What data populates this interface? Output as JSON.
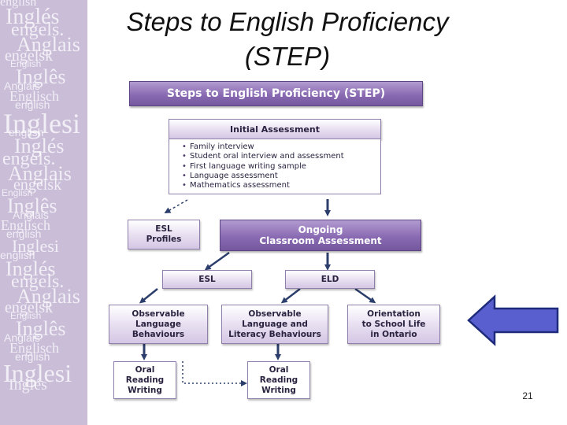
{
  "slide": {
    "title_line1": "Steps to English Proficiency",
    "title_line2": "(STEP)",
    "number": "21"
  },
  "sidebar": {
    "words": [
      "english",
      "Inglés",
      "engels.",
      "Anglais",
      "engelsk",
      "English",
      "Inglês",
      "Anglais",
      "Englisch",
      "english",
      "Inglesi",
      "english",
      "Inglés",
      "engels.",
      "Anglais",
      "engelsk",
      "English",
      "Inglês",
      "Anglais",
      "Englisch",
      "english",
      "Inglesi",
      "english",
      "Inglés",
      "engels.",
      "Anglais",
      "engelsk",
      "English",
      "Inglês",
      "Anglais",
      "Englisch",
      "english",
      "Inglesi",
      "Inglés"
    ]
  },
  "diagram": {
    "header": "Steps to English Proficiency (STEP)",
    "initial": {
      "title": "Initial Assessment",
      "items": [
        "Family interview",
        "Student oral interview and assessment",
        "First language writing sample",
        "Language assessment",
        "Mathematics assessment"
      ]
    },
    "esl_profiles": {
      "line1": "ESL",
      "line2": "Profiles"
    },
    "ongoing": {
      "line1": "Ongoing",
      "line2": "Classroom Assessment"
    },
    "esl": "ESL",
    "eld": "ELD",
    "observable_lang": {
      "line1": "Observable",
      "line2": "Language",
      "line3": "Behaviours"
    },
    "observable_lit": {
      "line1": "Observable",
      "line2": "Language and",
      "line3": "Literacy Behaviours"
    },
    "orientation": {
      "line1": "Orientation",
      "line2": "to School Life",
      "line3": "in Ontario"
    },
    "skills_left": {
      "line1": "Oral",
      "line2": "Reading",
      "line3": "Writing"
    },
    "skills_right": {
      "line1": "Oral",
      "line2": "Reading",
      "line3": "Writing"
    }
  },
  "colors": {
    "sidebar": "#c9bdd8",
    "box_dark": "#8a6bb3",
    "box_light": "#ebe3f3",
    "arrow_fill": "#5a5fcf",
    "arrow_outline": "#1e2a7a",
    "connector": "#2c3e6b"
  }
}
